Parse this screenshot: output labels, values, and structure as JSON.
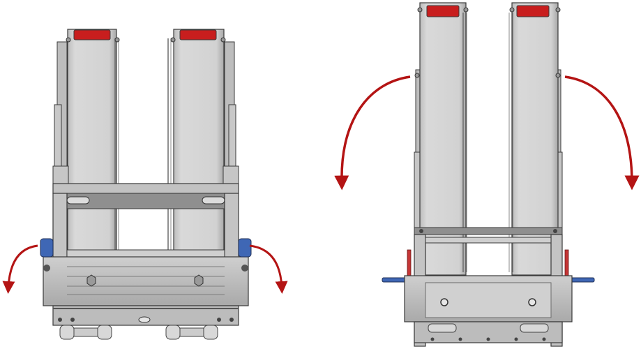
{
  "colors": {
    "background": "#ffffff",
    "panel_light": "#d4d4d4",
    "panel_mid": "#bdbdbd",
    "panel_dark": "#8f8f8f",
    "outline": "#3a3a3a",
    "frame_dark": "#5f5f5f",
    "reflector_red": "#c81e1e",
    "arrow_red": "#b41414",
    "handle_blue": "#3f67b5",
    "handle_red": "#c43535"
  },
  "views": [
    {
      "name": "left-view-folded",
      "state": "handles-rotated"
    },
    {
      "name": "right-view-unfolded",
      "state": "handles-extended"
    }
  ],
  "icons": [
    "curved-arrow-icon",
    "reflector-icon",
    "bolt-icon",
    "locking-handle-icon"
  ]
}
